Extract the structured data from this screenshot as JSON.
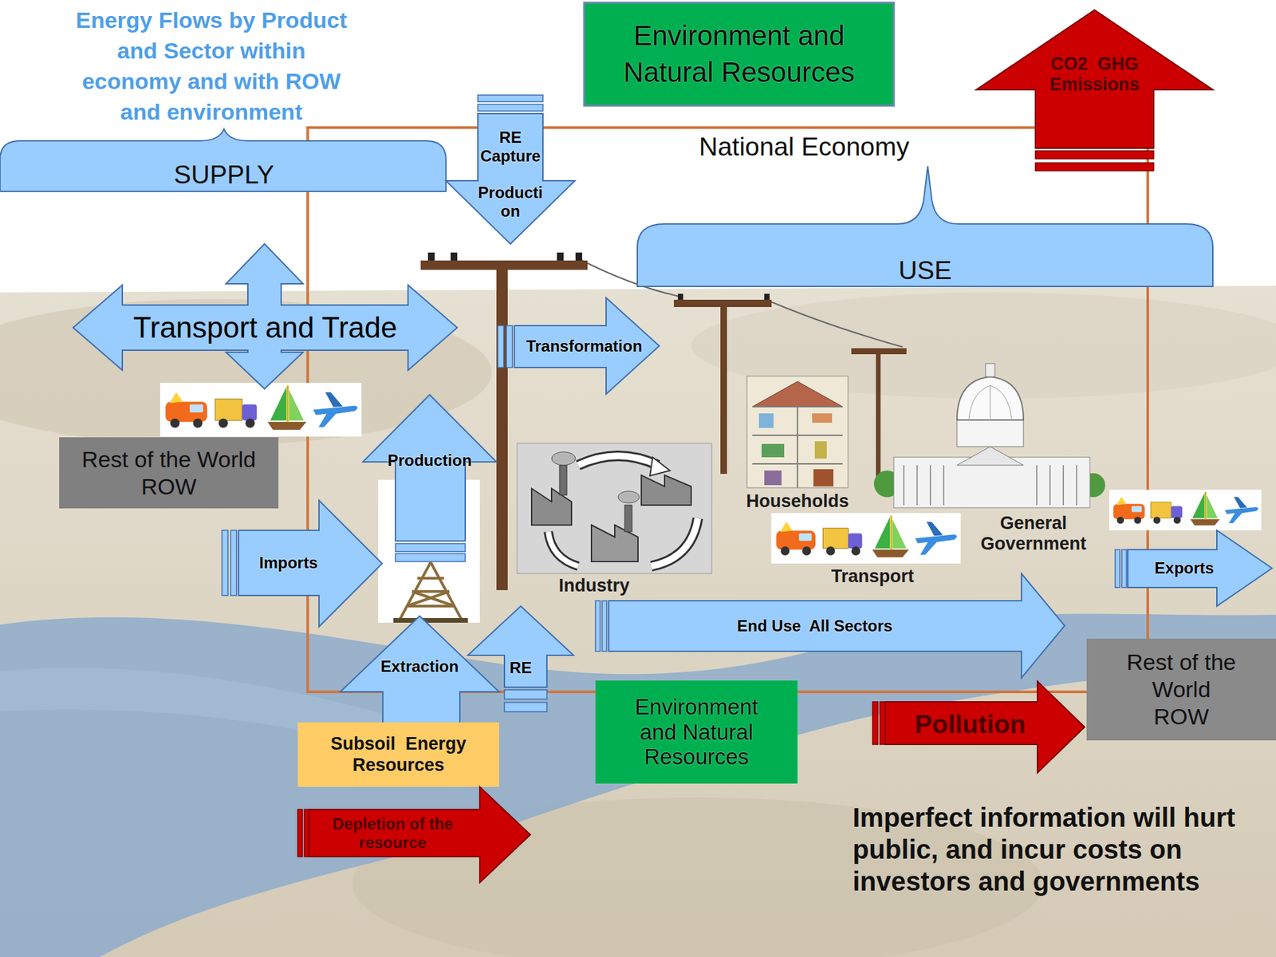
{
  "diagram": {
    "title": "Energy Flows by Product and Sector within economy and with ROW and environment",
    "nodes": [
      {
        "text": [
          "Environment and Natural Resources"
        ]
      },
      {
        "text": [
          "CO2  GHG Emissions"
        ]
      },
      {
        "text": [
          "RE Capture",
          "Production"
        ]
      },
      {
        "text": [
          "Transport and Trade"
        ]
      },
      {
        "text": [
          "Transformation"
        ]
      },
      {
        "text": [
          "Rest of the World ROW"
        ]
      },
      {
        "text": [
          "Production"
        ]
      },
      {
        "text": [
          "Imports"
        ]
      },
      {
        "text": [
          "Exports"
        ]
      },
      {
        "text": [
          "End Use  All Sectors"
        ]
      },
      {
        "text": [
          "Extraction"
        ]
      },
      {
        "text": [
          "RE"
        ]
      },
      {
        "text": [
          "Rest of the World ROW"
        ]
      },
      {
        "text": [
          "Environment and Natural Resources"
        ]
      },
      {
        "text": [
          "Pollution"
        ]
      },
      {
        "text": [
          "Subsoil  Energy Resources"
        ]
      },
      {
        "text": [
          "Depletion of the resource"
        ]
      }
    ],
    "labels": [
      "National Economy",
      "SUPPLY",
      "USE",
      "Industry",
      "Households",
      "General Government",
      "Transport",
      "Imperfect information will hurt public, and incur costs on investors and governments"
    ]
  }
}
